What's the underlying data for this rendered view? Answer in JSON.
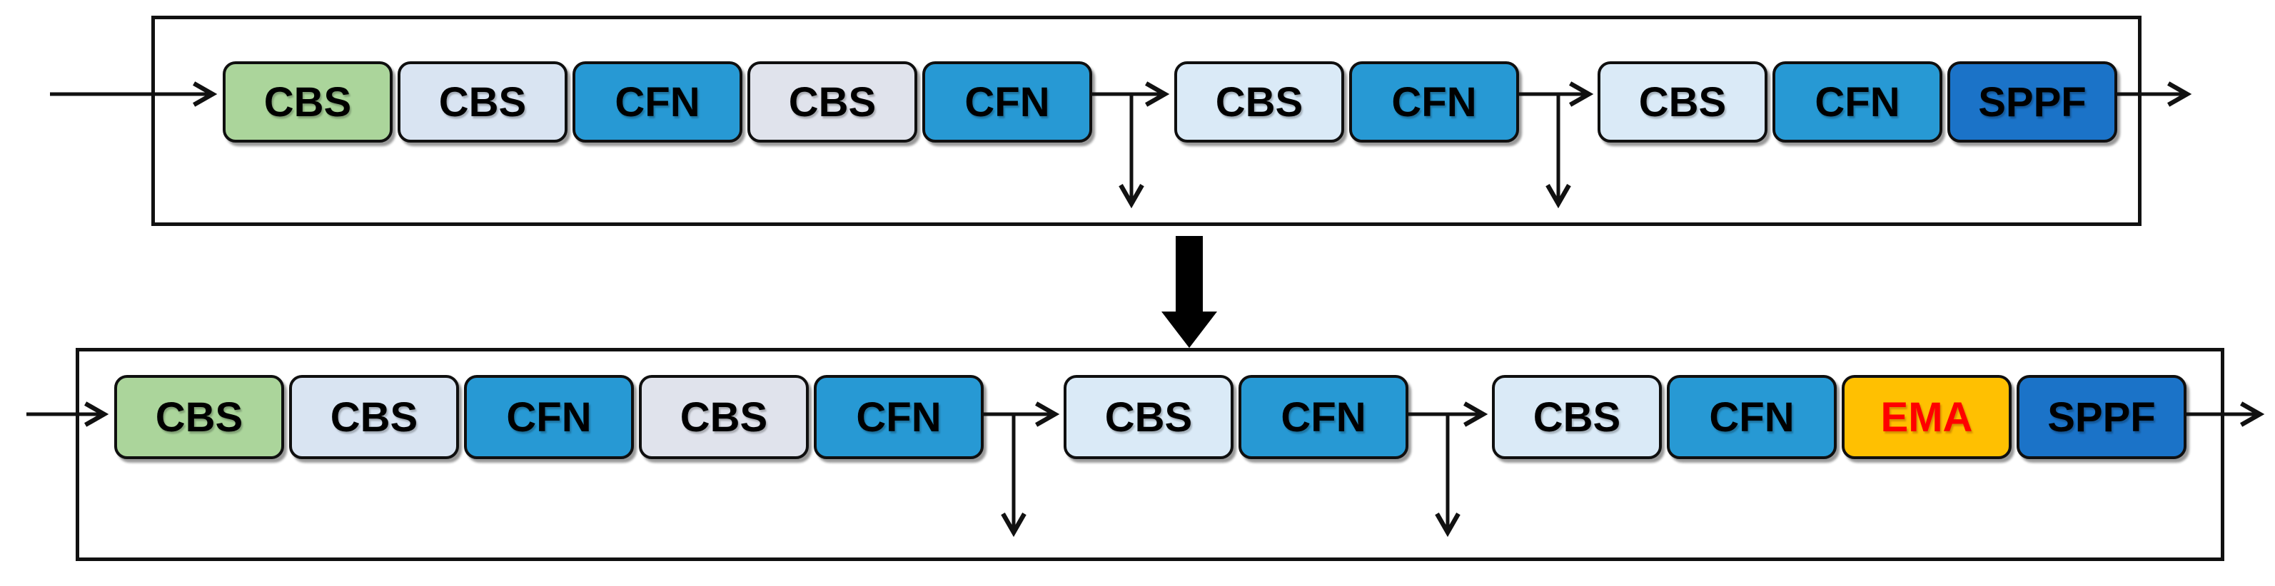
{
  "palette": {
    "line": "#111111",
    "block_border": "#0f0f0f",
    "green": "#ABD59B",
    "pale_blue": "#D9E4F2",
    "pale_gray": "#E0E3EC",
    "pale_cyan": "#DAEAF7",
    "blue": "#2799D4",
    "dark_blue": "#1B73C8",
    "amber": "#FFC001",
    "ema_text": "#FF0000"
  },
  "top": {
    "blocks": [
      {
        "label": "CBS",
        "fill": "green"
      },
      {
        "label": "CBS",
        "fill": "pale_blue"
      },
      {
        "label": "CFN",
        "fill": "blue"
      },
      {
        "label": "CBS",
        "fill": "pale_gray"
      },
      {
        "label": "CFN",
        "fill": "blue"
      },
      {
        "label": "CBS",
        "fill": "pale_cyan"
      },
      {
        "label": "CFN",
        "fill": "blue"
      },
      {
        "label": "CBS",
        "fill": "pale_cyan"
      },
      {
        "label": "CFN",
        "fill": "blue"
      },
      {
        "label": "SPPF",
        "fill": "dark_blue"
      }
    ]
  },
  "bottom": {
    "blocks": [
      {
        "label": "CBS",
        "fill": "green"
      },
      {
        "label": "CBS",
        "fill": "pale_blue"
      },
      {
        "label": "CFN",
        "fill": "blue"
      },
      {
        "label": "CBS",
        "fill": "pale_gray"
      },
      {
        "label": "CFN",
        "fill": "blue"
      },
      {
        "label": "CBS",
        "fill": "pale_cyan"
      },
      {
        "label": "CFN",
        "fill": "blue"
      },
      {
        "label": "CBS",
        "fill": "pale_cyan"
      },
      {
        "label": "CFN",
        "fill": "blue"
      },
      {
        "label": "EMA",
        "fill": "amber",
        "text_color": "ema_text"
      },
      {
        "label": "SPPF",
        "fill": "dark_blue"
      }
    ]
  }
}
